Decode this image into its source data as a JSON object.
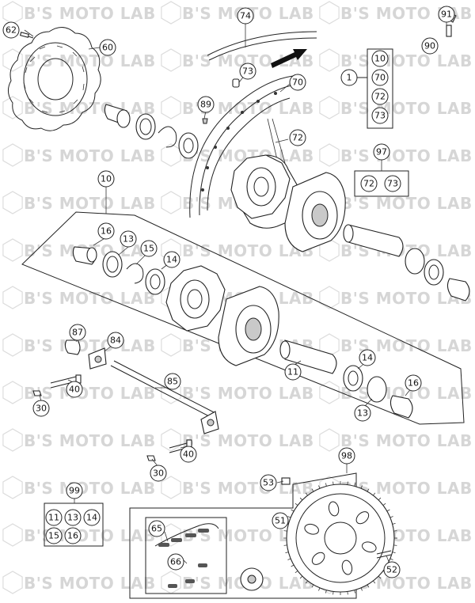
{
  "watermark": {
    "text": "B'S MOTO LAB"
  },
  "callouts": [
    {
      "id": "c62",
      "label": "62"
    },
    {
      "id": "c60",
      "label": "60"
    },
    {
      "id": "c74",
      "label": "74"
    },
    {
      "id": "c73a",
      "label": "73"
    },
    {
      "id": "c70",
      "label": "70"
    },
    {
      "id": "c89",
      "label": "89"
    },
    {
      "id": "c72",
      "label": "72"
    },
    {
      "id": "c91",
      "label": "91"
    },
    {
      "id": "c90",
      "label": "90"
    },
    {
      "id": "c1",
      "label": "1"
    },
    {
      "id": "c97",
      "label": "97"
    },
    {
      "id": "c10",
      "label": "10"
    },
    {
      "id": "c16a",
      "label": "16"
    },
    {
      "id": "c13a",
      "label": "13"
    },
    {
      "id": "c15",
      "label": "15"
    },
    {
      "id": "c14a",
      "label": "14"
    },
    {
      "id": "c87",
      "label": "87"
    },
    {
      "id": "c84",
      "label": "84"
    },
    {
      "id": "c40a",
      "label": "40"
    },
    {
      "id": "c30a",
      "label": "30"
    },
    {
      "id": "c85",
      "label": "85"
    },
    {
      "id": "c11",
      "label": "11"
    },
    {
      "id": "c14b",
      "label": "14"
    },
    {
      "id": "c16b",
      "label": "16"
    },
    {
      "id": "c13b",
      "label": "13"
    },
    {
      "id": "c40b",
      "label": "40"
    },
    {
      "id": "c30b",
      "label": "30"
    },
    {
      "id": "c98",
      "label": "98"
    },
    {
      "id": "c53",
      "label": "53"
    },
    {
      "id": "c51",
      "label": "51"
    },
    {
      "id": "c52",
      "label": "52"
    },
    {
      "id": "c99",
      "label": "99"
    },
    {
      "id": "c65",
      "label": "65"
    },
    {
      "id": "c66",
      "label": "66"
    }
  ],
  "group1": [
    "10",
    "70",
    "72",
    "73"
  ],
  "group97": [
    "72",
    "73"
  ],
  "group99": [
    "11",
    "13",
    "14",
    "15",
    "16"
  ]
}
